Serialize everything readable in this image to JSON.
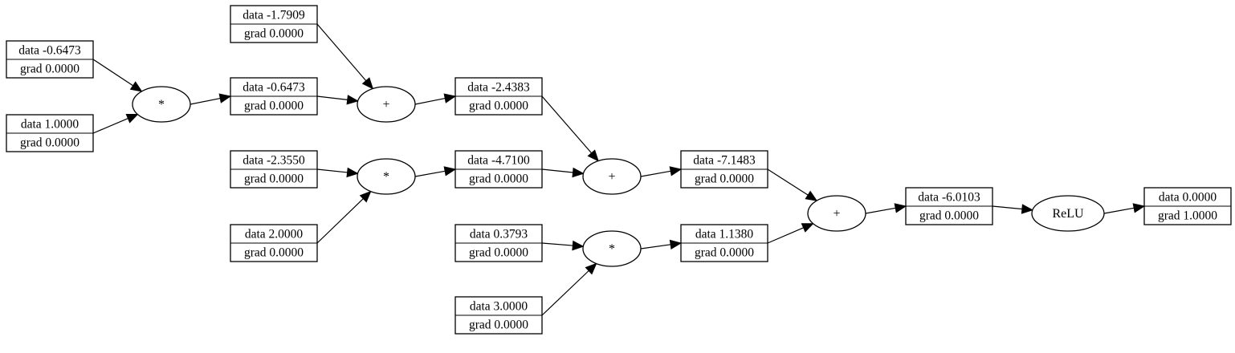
{
  "diagram": {
    "values": [
      {
        "id": "v_a",
        "data": "data -0.6473",
        "grad": "grad 0.0000"
      },
      {
        "id": "v_b",
        "data": "data 1.0000",
        "grad": "grad 0.0000"
      },
      {
        "id": "v_ab",
        "data": "data -0.6473",
        "grad": "grad 0.0000"
      },
      {
        "id": "v_c",
        "data": "data -1.7909",
        "grad": "grad 0.0000"
      },
      {
        "id": "v_s1",
        "data": "data -2.4383",
        "grad": "grad 0.0000"
      },
      {
        "id": "v_d",
        "data": "data -2.3550",
        "grad": "grad 0.0000"
      },
      {
        "id": "v_e",
        "data": "data 2.0000",
        "grad": "grad 0.0000"
      },
      {
        "id": "v_de",
        "data": "data -4.7100",
        "grad": "grad 0.0000"
      },
      {
        "id": "v_s2",
        "data": "data -7.1483",
        "grad": "grad 0.0000"
      },
      {
        "id": "v_f",
        "data": "data 0.3793",
        "grad": "grad 0.0000"
      },
      {
        "id": "v_g",
        "data": "data 3.0000",
        "grad": "grad 0.0000"
      },
      {
        "id": "v_fg",
        "data": "data 1.1380",
        "grad": "grad 0.0000"
      },
      {
        "id": "v_s3",
        "data": "data -6.0103",
        "grad": "grad 0.0000"
      },
      {
        "id": "v_out",
        "data": "data 0.0000",
        "grad": "grad 1.0000"
      }
    ],
    "ops": [
      {
        "id": "op_mul1",
        "label": "*"
      },
      {
        "id": "op_add1",
        "label": "+"
      },
      {
        "id": "op_mul2",
        "label": "*"
      },
      {
        "id": "op_add2",
        "label": "+"
      },
      {
        "id": "op_mul3",
        "label": "*"
      },
      {
        "id": "op_add3",
        "label": "+"
      },
      {
        "id": "op_relu",
        "label": "ReLU"
      }
    ],
    "edges": [
      [
        "v_a",
        "op_mul1"
      ],
      [
        "v_b",
        "op_mul1"
      ],
      [
        "op_mul1",
        "v_ab"
      ],
      [
        "v_c",
        "op_add1"
      ],
      [
        "v_ab",
        "op_add1"
      ],
      [
        "op_add1",
        "v_s1"
      ],
      [
        "v_d",
        "op_mul2"
      ],
      [
        "v_e",
        "op_mul2"
      ],
      [
        "op_mul2",
        "v_de"
      ],
      [
        "v_s1",
        "op_add2"
      ],
      [
        "v_de",
        "op_add2"
      ],
      [
        "op_add2",
        "v_s2"
      ],
      [
        "v_f",
        "op_mul3"
      ],
      [
        "v_g",
        "op_mul3"
      ],
      [
        "op_mul3",
        "v_fg"
      ],
      [
        "v_s2",
        "op_add3"
      ],
      [
        "v_fg",
        "op_add3"
      ],
      [
        "op_add3",
        "v_s3"
      ],
      [
        "v_s3",
        "op_relu"
      ],
      [
        "op_relu",
        "v_out"
      ]
    ]
  }
}
